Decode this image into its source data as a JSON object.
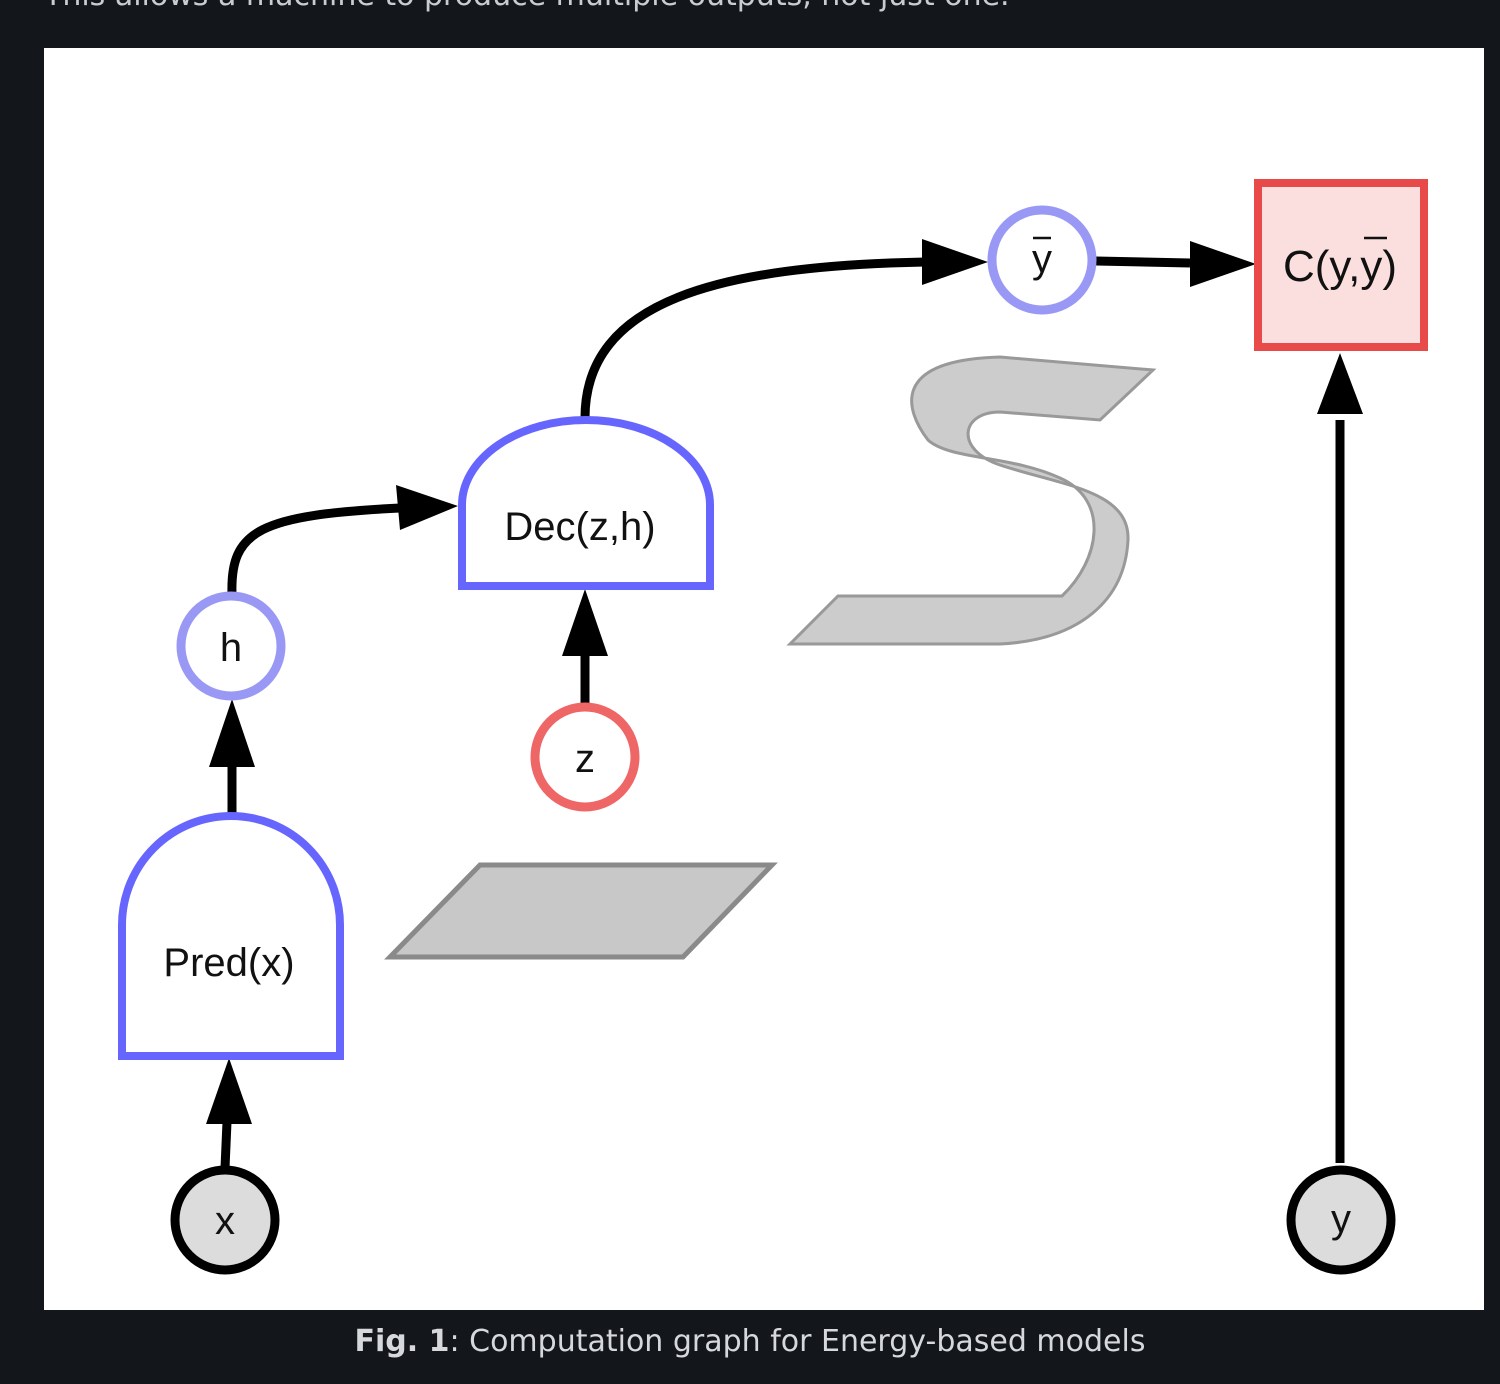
{
  "intro_text": "This allows a machine to produce multiple outputs, not just one.",
  "figure": {
    "nodes": {
      "x": "x",
      "pred": "Pred(x)",
      "h": "h",
      "dec": "Dec(z,h)",
      "z": "z",
      "ybar": "y",
      "y": "y",
      "cost_prefix": "C(y,",
      "cost_ybar": "y",
      "cost_suffix": ")"
    },
    "colors": {
      "module_stroke": "#6666ff",
      "hidden_stroke": "#9999f5",
      "latent_stroke": "#ee6666",
      "cost_stroke": "#e84a4a",
      "cost_fill": "#fbdede",
      "observed_fill": "#dcdcdc",
      "manifold_fill": "#c8c8c8",
      "arrow": "#000000"
    }
  },
  "caption": {
    "label": "Fig. 1",
    "text": ": Computation graph for Energy-based models"
  }
}
